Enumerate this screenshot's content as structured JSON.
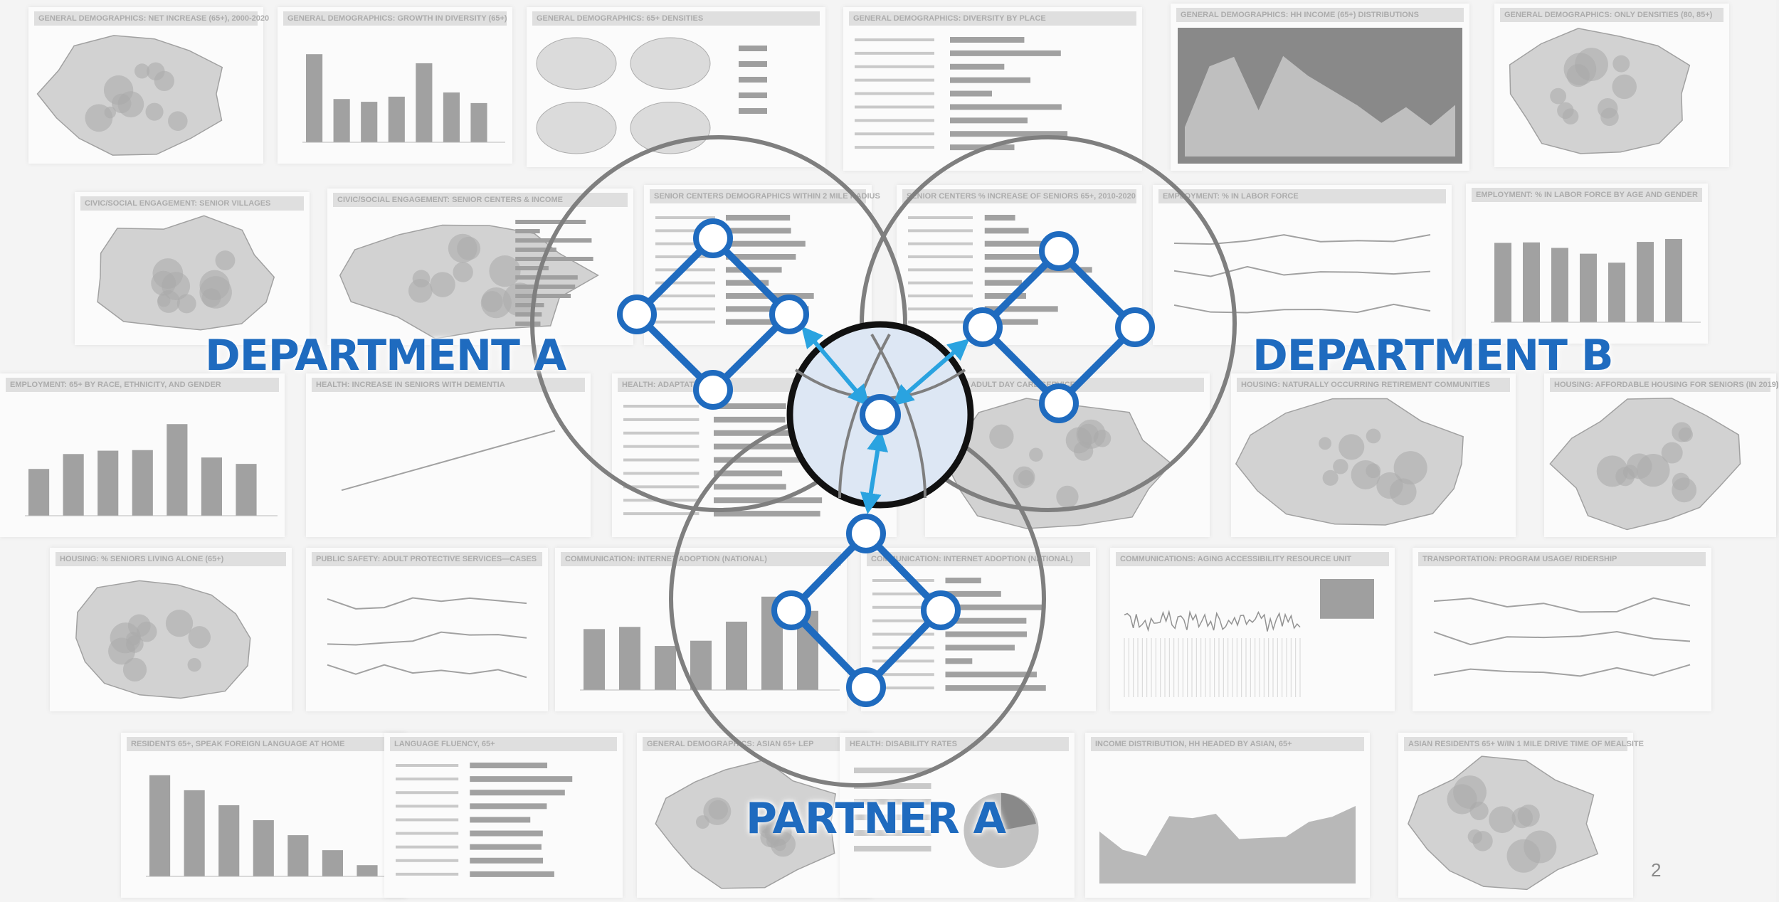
{
  "labels": {
    "department_a": "DEPARTMENT A",
    "department_b": "DEPARTMENT B",
    "partner_a": "PARTNER A"
  },
  "page_number": "2",
  "colors": {
    "node_blue": "#1f6bbf",
    "link_blue": "#2aa3e0",
    "hub_fill": "#dde7f4",
    "circle_gray": "#7f7f7f",
    "hub_ring": "#111111"
  },
  "background_tiles": [
    {
      "title": "GENERAL DEMOGRAPHICS: NET INCREASE (65+), 2000-2020",
      "kind": "map"
    },
    {
      "title": "GENERAL DEMOGRAPHICS: GROWTH IN DIVERSITY (65+)",
      "kind": "bars"
    },
    {
      "title": "GENERAL DEMOGRAPHICS: 65+ DENSITIES",
      "kind": "maps4"
    },
    {
      "title": "GENERAL DEMOGRAPHICS: DIVERSITY BY PLACE",
      "kind": "hbars"
    },
    {
      "title": "GENERAL DEMOGRAPHICS: HH INCOME (65+) DISTRIBUTIONS",
      "kind": "area-dark"
    },
    {
      "title": "GENERAL DEMOGRAPHICS: ONLY DENSITIES (80, 85+)",
      "kind": "map"
    },
    {
      "title": "CIVIC/SOCIAL ENGAGEMENT: SENIOR VILLAGES",
      "kind": "map"
    },
    {
      "title": "CIVIC/SOCIAL ENGAGEMENT: SENIOR CENTERS & INCOME",
      "kind": "map-bars"
    },
    {
      "title": "SENIOR CENTERS DEMOGRAPHICS WITHIN 2 MILE RADIUS",
      "kind": "hbars"
    },
    {
      "title": "SENIOR CENTERS % INCREASE OF SENIORS 65+, 2010-2020",
      "kind": "hbars"
    },
    {
      "title": "EMPLOYMENT: % IN LABOR FORCE",
      "kind": "lines"
    },
    {
      "title": "EMPLOYMENT: % IN LABOR FORCE BY AGE AND GENDER",
      "kind": "bars"
    },
    {
      "title": "EMPLOYMENT: 65+ BY RACE, ETHNICITY, AND GENDER",
      "kind": "bars"
    },
    {
      "title": "HEALTH: INCREASE IN SENIORS WITH DEMENTIA",
      "kind": "line"
    },
    {
      "title": "HEALTH: ADAPTATION",
      "kind": "hbars"
    },
    {
      "title": "HEALTH: ADULT DAY CARE SERVICES",
      "kind": "map"
    },
    {
      "title": "HOUSING: NATURALLY OCCURRING RETIREMENT COMMUNITIES",
      "kind": "map"
    },
    {
      "title": "HOUSING: AFFORDABLE HOUSING FOR SENIORS (IN 2019)",
      "kind": "map"
    },
    {
      "title": "HOUSING: % SENIORS LIVING ALONE (65+)",
      "kind": "map"
    },
    {
      "title": "PUBLIC SAFETY: ADULT PROTECTIVE SERVICES—CASES",
      "kind": "lines"
    },
    {
      "title": "COMMUNICATION: INTERNET ADOPTION (NATIONAL)",
      "kind": "bars"
    },
    {
      "title": "COMMUNICATION: INTERNET ADOPTION (NATIONAL)",
      "kind": "table"
    },
    {
      "title": "COMMUNICATIONS: AGING ACCESSIBILITY RESOURCE UNIT",
      "kind": "spiky"
    },
    {
      "title": "TRANSPORTATION: PROGRAM USAGE/ RIDERSHIP",
      "kind": "lines"
    },
    {
      "title": "RESIDENTS 65+, SPEAK FOREIGN LANGUAGE AT HOME",
      "kind": "bars-desc"
    },
    {
      "title": "LANGUAGE FLUENCY, 65+",
      "kind": "hbars"
    },
    {
      "title": "GENERAL DEMOGRAPHICS: ASIAN 65+ LEP",
      "kind": "map"
    },
    {
      "title": "HEALTH: DISABILITY RATES",
      "kind": "pie"
    },
    {
      "title": "INCOME DISTRIBUTION, HH HEADED BY ASIAN, 65+",
      "kind": "area"
    },
    {
      "title": "ASIAN RESIDENTS 65+ W/IN 1 MILE DRIVE TIME OF MEALSITE",
      "kind": "map"
    }
  ]
}
